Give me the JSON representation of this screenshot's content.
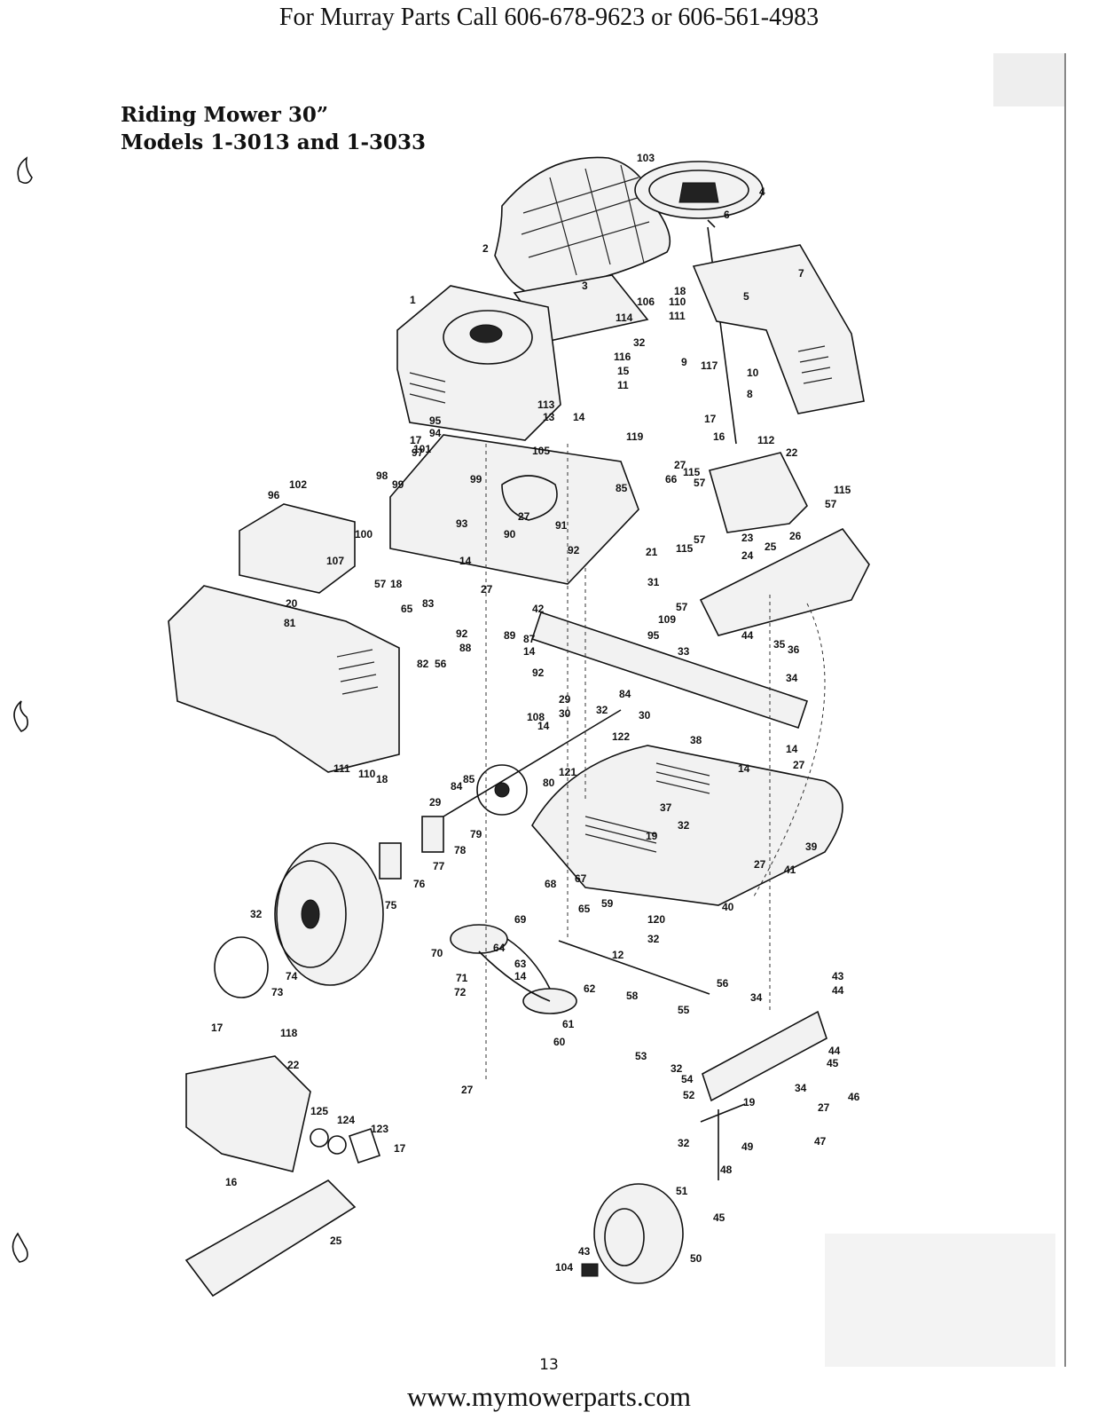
{
  "header": {
    "text": "For Murray Parts Call 606-678-9623 or 606-561-4983"
  },
  "title": {
    "line1": "Riding Mower 30”",
    "line2": "Models 1-3013 and 1-3033"
  },
  "page_number": "13",
  "footer": {
    "url": "www.mymowerparts.com"
  },
  "callouts": [
    {
      "id": "c103",
      "text": "103"
    },
    {
      "id": "c4",
      "text": "4"
    },
    {
      "id": "c6",
      "text": "6"
    },
    {
      "id": "c7",
      "text": "7"
    },
    {
      "id": "c2",
      "text": "2"
    },
    {
      "id": "c3",
      "text": "3"
    },
    {
      "id": "c1",
      "text": "1"
    },
    {
      "id": "c106",
      "text": "106"
    },
    {
      "id": "c18a",
      "text": "18"
    },
    {
      "id": "c110a",
      "text": "110"
    },
    {
      "id": "c111a",
      "text": "111"
    },
    {
      "id": "c5",
      "text": "5"
    },
    {
      "id": "c114",
      "text": "114"
    },
    {
      "id": "c32a",
      "text": "32"
    },
    {
      "id": "c9",
      "text": "9"
    },
    {
      "id": "c117",
      "text": "117"
    },
    {
      "id": "c10",
      "text": "10"
    },
    {
      "id": "c116",
      "text": "116"
    },
    {
      "id": "c15",
      "text": "15"
    },
    {
      "id": "c11",
      "text": "11"
    },
    {
      "id": "c8",
      "text": "8"
    },
    {
      "id": "c113",
      "text": "113"
    },
    {
      "id": "c13",
      "text": "13"
    },
    {
      "id": "c14a",
      "text": "14"
    },
    {
      "id": "c95",
      "text": "95"
    },
    {
      "id": "c94",
      "text": "94"
    },
    {
      "id": "c17a",
      "text": "17"
    },
    {
      "id": "c101",
      "text": "101"
    },
    {
      "id": "c119",
      "text": "119"
    },
    {
      "id": "c112",
      "text": "112"
    },
    {
      "id": "c17b",
      "text": "17"
    },
    {
      "id": "c16a",
      "text": "16"
    },
    {
      "id": "c22a",
      "text": "22"
    },
    {
      "id": "c97",
      "text": "97"
    },
    {
      "id": "c105",
      "text": "105"
    },
    {
      "id": "c27a",
      "text": "27"
    },
    {
      "id": "c98",
      "text": "98"
    },
    {
      "id": "c99a",
      "text": "99"
    },
    {
      "id": "c99b",
      "text": "99"
    },
    {
      "id": "c66",
      "text": "66"
    },
    {
      "id": "c115a",
      "text": "115"
    },
    {
      "id": "c57a",
      "text": "57"
    },
    {
      "id": "c85a",
      "text": "85"
    },
    {
      "id": "c115b",
      "text": "115"
    },
    {
      "id": "c57b",
      "text": "57"
    },
    {
      "id": "c102",
      "text": "102"
    },
    {
      "id": "c96",
      "text": "96"
    },
    {
      "id": "c27b",
      "text": "27"
    },
    {
      "id": "c91",
      "text": "91"
    },
    {
      "id": "c93",
      "text": "93"
    },
    {
      "id": "c90",
      "text": "90"
    },
    {
      "id": "c92a",
      "text": "92"
    },
    {
      "id": "c21",
      "text": "21"
    },
    {
      "id": "c57c",
      "text": "57"
    },
    {
      "id": "c115c",
      "text": "115"
    },
    {
      "id": "c23",
      "text": "23"
    },
    {
      "id": "c26",
      "text": "26"
    },
    {
      "id": "c25a",
      "text": "25"
    },
    {
      "id": "c24",
      "text": "24"
    },
    {
      "id": "c100",
      "text": "100"
    },
    {
      "id": "c107",
      "text": "107"
    },
    {
      "id": "c14b",
      "text": "14"
    },
    {
      "id": "c27c",
      "text": "27"
    },
    {
      "id": "c31",
      "text": "31"
    },
    {
      "id": "c20",
      "text": "20"
    },
    {
      "id": "c57d",
      "text": "57"
    },
    {
      "id": "c18b",
      "text": "18"
    },
    {
      "id": "c65a",
      "text": "65"
    },
    {
      "id": "c83",
      "text": "83"
    },
    {
      "id": "c42",
      "text": "42"
    },
    {
      "id": "c57e",
      "text": "57"
    },
    {
      "id": "c109",
      "text": "109"
    },
    {
      "id": "c81",
      "text": "81"
    },
    {
      "id": "c92b",
      "text": "92"
    },
    {
      "id": "c89",
      "text": "89"
    },
    {
      "id": "c95b",
      "text": "95"
    },
    {
      "id": "c44a",
      "text": "44"
    },
    {
      "id": "c35",
      "text": "35"
    },
    {
      "id": "c36",
      "text": "36"
    },
    {
      "id": "c87",
      "text": "87"
    },
    {
      "id": "c88",
      "text": "88"
    },
    {
      "id": "c14c",
      "text": "14"
    },
    {
      "id": "c33",
      "text": "33"
    },
    {
      "id": "c82",
      "text": "82"
    },
    {
      "id": "c56a",
      "text": "56"
    },
    {
      "id": "c92c",
      "text": "92"
    },
    {
      "id": "c34a",
      "text": "34"
    },
    {
      "id": "c29a",
      "text": "29"
    },
    {
      "id": "c84a",
      "text": "84"
    },
    {
      "id": "c32b",
      "text": "32"
    },
    {
      "id": "c30a",
      "text": "30"
    },
    {
      "id": "c108",
      "text": "108"
    },
    {
      "id": "c30b",
      "text": "30"
    },
    {
      "id": "c14d",
      "text": "14"
    },
    {
      "id": "c122",
      "text": "122"
    },
    {
      "id": "c38",
      "text": "38"
    },
    {
      "id": "c14e",
      "text": "14"
    },
    {
      "id": "c14f",
      "text": "14"
    },
    {
      "id": "c27d",
      "text": "27"
    },
    {
      "id": "c121",
      "text": "121"
    },
    {
      "id": "c111b",
      "text": "111"
    },
    {
      "id": "c110b",
      "text": "110"
    },
    {
      "id": "c18c",
      "text": "18"
    },
    {
      "id": "c85b",
      "text": "85"
    },
    {
      "id": "c84b",
      "text": "84"
    },
    {
      "id": "c80",
      "text": "80"
    },
    {
      "id": "c29b",
      "text": "29"
    },
    {
      "id": "c37",
      "text": "37"
    },
    {
      "id": "c32c",
      "text": "32"
    },
    {
      "id": "c79",
      "text": "79"
    },
    {
      "id": "c19a",
      "text": "19"
    },
    {
      "id": "c39",
      "text": "39"
    },
    {
      "id": "c78",
      "text": "78"
    },
    {
      "id": "c77",
      "text": "77"
    },
    {
      "id": "c27e",
      "text": "27"
    },
    {
      "id": "c41",
      "text": "41"
    },
    {
      "id": "c76",
      "text": "76"
    },
    {
      "id": "c67",
      "text": "67"
    },
    {
      "id": "c68",
      "text": "68"
    },
    {
      "id": "c75",
      "text": "75"
    },
    {
      "id": "c65b",
      "text": "65"
    },
    {
      "id": "c59",
      "text": "59"
    },
    {
      "id": "c40",
      "text": "40"
    },
    {
      "id": "c32d",
      "text": "32"
    },
    {
      "id": "c69",
      "text": "69"
    },
    {
      "id": "c120",
      "text": "120"
    },
    {
      "id": "c32e",
      "text": "32"
    },
    {
      "id": "c70",
      "text": "70"
    },
    {
      "id": "c64",
      "text": "64"
    },
    {
      "id": "c12",
      "text": "12"
    },
    {
      "id": "c74",
      "text": "74"
    },
    {
      "id": "c63",
      "text": "63"
    },
    {
      "id": "c14g",
      "text": "14"
    },
    {
      "id": "c71",
      "text": "71"
    },
    {
      "id": "c72",
      "text": "72"
    },
    {
      "id": "c73",
      "text": "73"
    },
    {
      "id": "c62",
      "text": "62"
    },
    {
      "id": "c58",
      "text": "58"
    },
    {
      "id": "c56b",
      "text": "56"
    },
    {
      "id": "c43a",
      "text": "43"
    },
    {
      "id": "c44b",
      "text": "44"
    },
    {
      "id": "c34b",
      "text": "34"
    },
    {
      "id": "c55",
      "text": "55"
    },
    {
      "id": "c61",
      "text": "61"
    },
    {
      "id": "c17c",
      "text": "17"
    },
    {
      "id": "c118",
      "text": "118"
    },
    {
      "id": "c60",
      "text": "60"
    },
    {
      "id": "c53",
      "text": "53"
    },
    {
      "id": "c32f",
      "text": "32"
    },
    {
      "id": "c54",
      "text": "54"
    },
    {
      "id": "c44c",
      "text": "44"
    },
    {
      "id": "c45a",
      "text": "45"
    },
    {
      "id": "c22b",
      "text": "22"
    },
    {
      "id": "c27f",
      "text": "27"
    },
    {
      "id": "c52",
      "text": "52"
    },
    {
      "id": "c34c",
      "text": "34"
    },
    {
      "id": "c46",
      "text": "46"
    },
    {
      "id": "c19b",
      "text": "19"
    },
    {
      "id": "c27g",
      "text": "27"
    },
    {
      "id": "c125",
      "text": "125"
    },
    {
      "id": "c124",
      "text": "124"
    },
    {
      "id": "c123",
      "text": "123"
    },
    {
      "id": "c47",
      "text": "47"
    },
    {
      "id": "c17d",
      "text": "17"
    },
    {
      "id": "c32g",
      "text": "32"
    },
    {
      "id": "c49",
      "text": "49"
    },
    {
      "id": "c48",
      "text": "48"
    },
    {
      "id": "c16b",
      "text": "16"
    },
    {
      "id": "c51",
      "text": "51"
    },
    {
      "id": "c45b",
      "text": "45"
    },
    {
      "id": "c25b",
      "text": "25"
    },
    {
      "id": "c50",
      "text": "50"
    },
    {
      "id": "c43b",
      "text": "43"
    },
    {
      "id": "c104",
      "text": "104"
    }
  ]
}
